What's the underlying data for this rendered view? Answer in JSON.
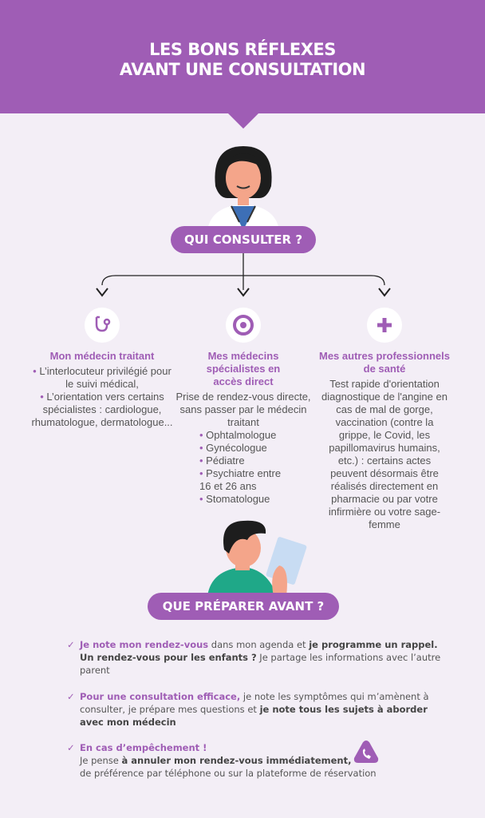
{
  "header": {
    "title_line1": "LES BONS RÉFLEXES",
    "title_line2": "AVANT UNE CONSULTATION"
  },
  "section1": {
    "pill": "QUI CONSULTER ?"
  },
  "columns": [
    {
      "icon": "stethoscope-icon",
      "title": "Mon médecin traitant",
      "items": [
        "L’interlocuteur privilégié pour le suivi médical,",
        "L’orientation vers certains spécialistes : cardiologue, rhumatologue, dermatologue..."
      ]
    },
    {
      "icon": "target-icon",
      "title": "Mes médecins spécialistes en accès direct",
      "intro": "Prise de rendez-vous directe, sans passer par le médecin traitant",
      "items": [
        "Ophtalmologue",
        "Gynécologue",
        "Pédiatre",
        "Psychiatre entre 16 et 26 ans",
        "Stomatologue"
      ]
    },
    {
      "icon": "plus-icon",
      "title": "Mes autres professionnels de santé",
      "text": "Test rapide d'orientation diagnostique de l'angine en cas de mal de gorge, vaccination (contre la grippe, le Covid, les papillomavirus humains, etc.) : certains actes peuvent désormais être réalisés directement en pharmacie ou par votre infirmière ou votre sage-femme"
    }
  ],
  "section2": {
    "pill": "QUE PRÉPARER AVANT ?"
  },
  "checklist": [
    {
      "a": "Je note mon rendez-vous",
      "b": " dans mon agenda et ",
      "c": "je programme un rappel.",
      "d": "Un rendez-vous pour les enfants ?",
      "e": " Je partage les informations avec l’autre parent"
    },
    {
      "a": "Pour une consultation efficace,",
      "b": " je note les symptômes qui m’amènent à consulter, je prépare mes questions et ",
      "c": "je note tous les sujets à aborder avec mon médecin"
    },
    {
      "a": "En cas d’empêchement !",
      "b": "Je pense ",
      "c": "à annuler mon rendez-vous immédiatement,",
      "d": " de préférence par téléphone ou sur la plateforme de réservation"
    }
  ],
  "colors": {
    "accent": "#9f5db5",
    "background": "#f3eef6"
  }
}
